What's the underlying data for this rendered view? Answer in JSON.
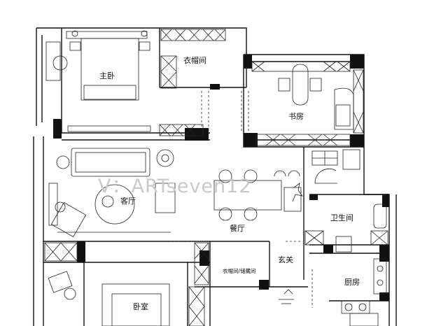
{
  "rooms": {
    "master_bedroom": "主卧",
    "cloakroom": "衣帽间",
    "study": "书房",
    "living_room": "客厅",
    "dining_room": "餐厅",
    "bathroom": "卫生间",
    "entrance": "玄关",
    "closet_storage": "衣帽间/储藏间",
    "kitchen": "厨房",
    "bedroom": "卧室"
  },
  "watermark": "V：ARTseven12",
  "colors": {
    "line": "#111111",
    "watermark": "#c9c9c9",
    "background": "#ffffff"
  }
}
